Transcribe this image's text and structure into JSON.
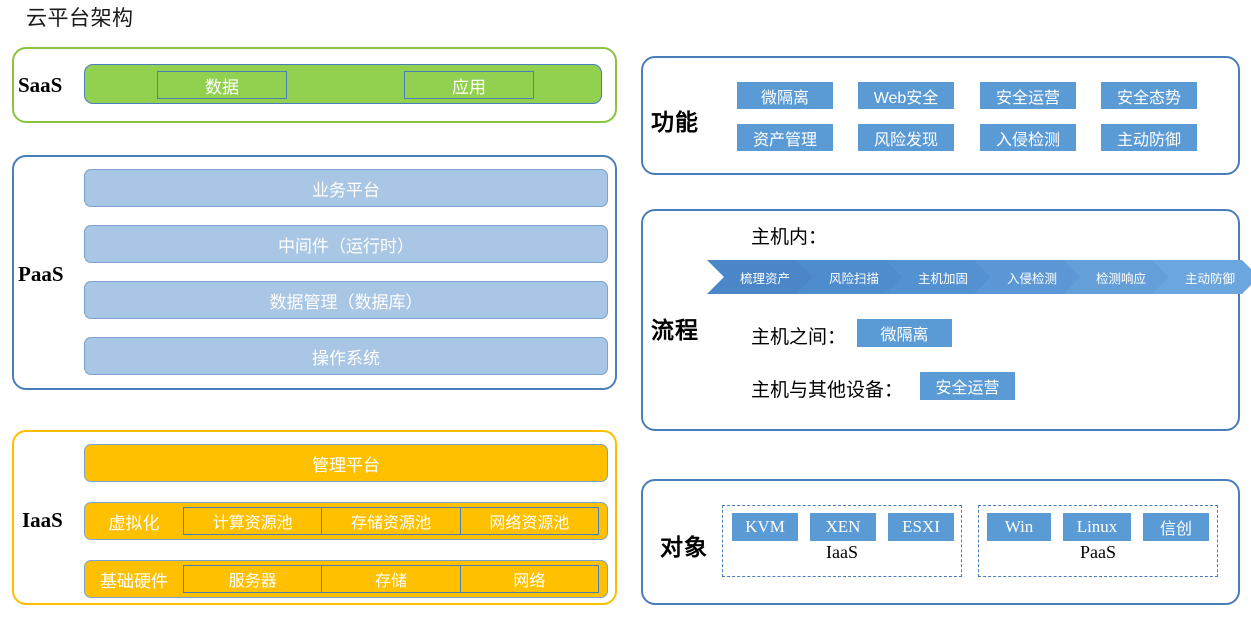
{
  "title": "云平台架构",
  "left": {
    "saas": {
      "label": "SaaS",
      "cells": [
        {
          "label": "数据"
        },
        {
          "label": "应用"
        }
      ]
    },
    "paas": {
      "label": "PaaS",
      "rows": [
        {
          "label": "业务平台"
        },
        {
          "label": "中间件（运行时）"
        },
        {
          "label": "数据管理（数据库）"
        },
        {
          "label": "操作系统"
        }
      ]
    },
    "iaas": {
      "label": "IaaS",
      "platform": "管理平台",
      "virtualization": {
        "lead": "虚拟化",
        "cells": [
          "计算资源池",
          "存储资源池",
          "网络资源池"
        ]
      },
      "hardware": {
        "lead": "基础硬件",
        "cells": [
          "服务器",
          "存储",
          "网络"
        ]
      }
    }
  },
  "right": {
    "functions": {
      "label": "功能",
      "row1": [
        "微隔离",
        "Web安全",
        "安全运营",
        "安全态势"
      ],
      "row2": [
        "资产管理",
        "风险发现",
        "入侵检测",
        "主动防御"
      ]
    },
    "process": {
      "label": "流程",
      "in_host_label": "主机内：",
      "steps": [
        "梳理资产",
        "风险扫描",
        "主机加固",
        "入侵检测",
        "检测响应",
        "主动防御"
      ],
      "between_hosts_label": "主机之间：",
      "between_hosts_tag": "微隔离",
      "other_devices_label": "主机与其他设备：",
      "other_devices_tag": "安全运营"
    },
    "objects": {
      "label": "对象",
      "groups": [
        {
          "caption": "IaaS",
          "tags": [
            "KVM",
            "XEN",
            "ESXI"
          ]
        },
        {
          "caption": "PaaS",
          "tags": [
            "Win",
            "Linux",
            "信创"
          ]
        }
      ]
    }
  },
  "colors": {
    "green": "#92d050",
    "orange": "#ffc000",
    "blue_light": "#a9c6e4",
    "blue_tag": "#5b9bd5",
    "blue_border": "#4a7ebb",
    "green_border": "#8ac43f"
  }
}
